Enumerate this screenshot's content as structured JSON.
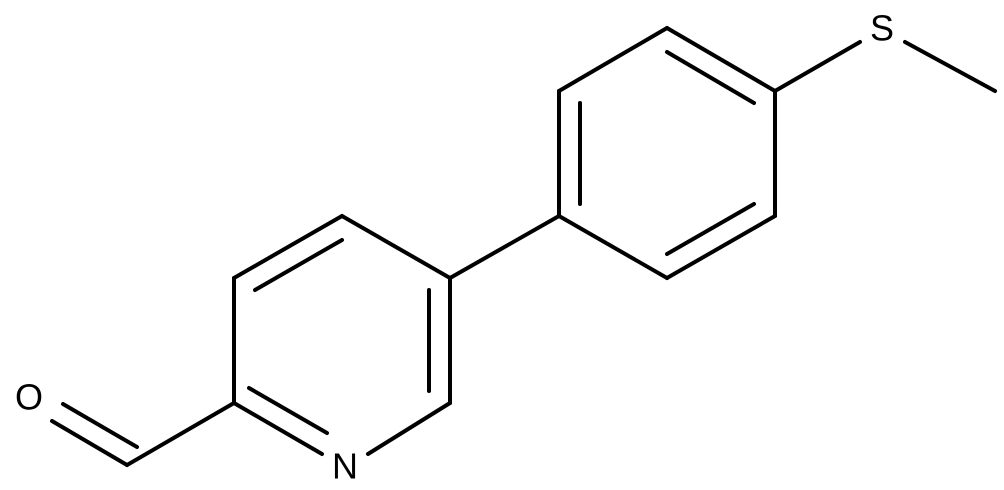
{
  "atoms": {
    "oxygen": "O",
    "nitrogen": "N",
    "sulfur": "S"
  },
  "colors": {
    "bond": "#000000",
    "label": "#000000",
    "background": "#ffffff"
  }
}
